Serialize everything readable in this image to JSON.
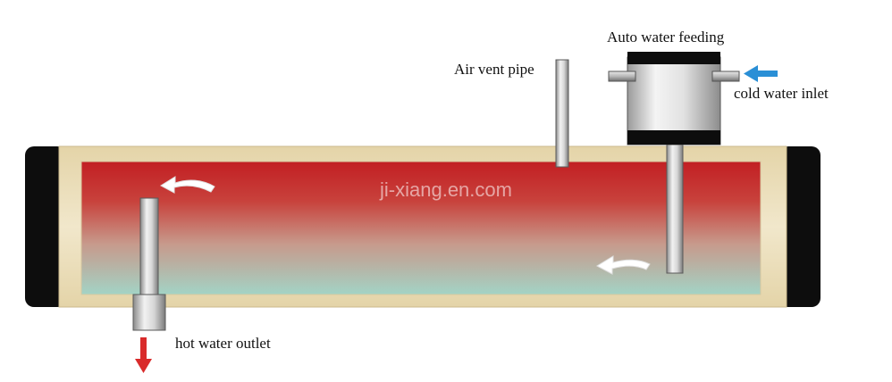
{
  "labels": {
    "auto_water_feeding": "Auto water feeding",
    "air_vent_pipe": "Air vent pipe",
    "cold_water_inlet": "cold water inlet",
    "hot_water_outlet": "hot water outlet"
  },
  "watermark": "ji-xiang.en.com",
  "colors": {
    "tank_end_cap": "#0d0d0d",
    "tank_frame": "#e9dcb8",
    "water_hot": "#c02a2a",
    "water_cold": "#a6d2c6",
    "cold_inlet_arrow": "#2a8fd6",
    "hot_outlet_arrow": "#d92b2b",
    "flow_arrow": "#ffffff"
  }
}
